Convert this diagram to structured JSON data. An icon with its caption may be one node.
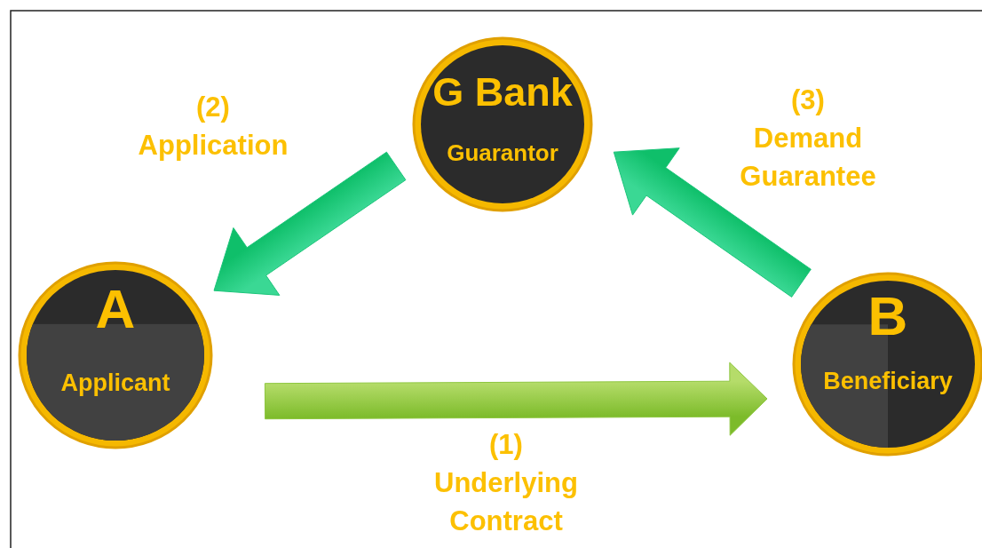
{
  "diagram": {
    "nodes": [
      {
        "text": [
          "G Bank",
          "Guarantor"
        ]
      },
      {
        "text": [
          "A",
          "Applicant"
        ]
      },
      {
        "text": [
          "B",
          "Beneficiary"
        ]
      }
    ],
    "edges": [
      {
        "from": 1,
        "to": 2,
        "arrow": "to",
        "label": "(1) Underlying Contract",
        "style": "thick",
        "color": "#8dc63f"
      },
      {
        "from": 0,
        "to": 1,
        "arrow": "to",
        "label": "(2) Application",
        "style": "thick"
      },
      {
        "from": 2,
        "to": 0,
        "arrow": "to",
        "label": "(3) Demand Guarantee",
        "style": "thick"
      }
    ]
  }
}
